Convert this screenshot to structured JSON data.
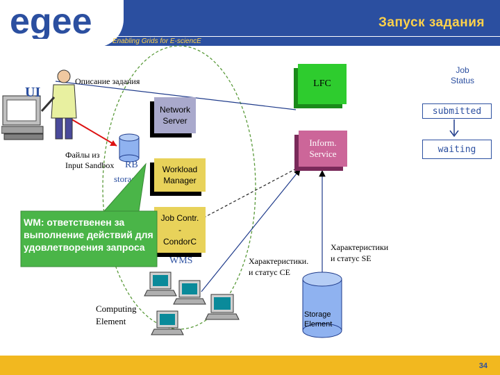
{
  "header": {
    "title": "Запуск задания",
    "subtitle": "Enabling Grids for E-sciencE",
    "logo_text": "egee"
  },
  "footer": {
    "page_number": "34"
  },
  "diagram": {
    "ui_label": "UI",
    "job_description_label": "Описание задания",
    "input_sandbox_label": "Файлы из\nInput Sandbox",
    "rb_label": "RB",
    "rb_storage_label": "storage",
    "lfc_label": "LFC",
    "network_server_label": "Network\nServer",
    "workload_manager_label": "Workload\nManager",
    "job_contr_label": "Job Contr.\n-\nCondorC",
    "wms_label": "WMS",
    "inform_service_label": "Inform.\nService",
    "job_status_title": "Job\nStatus",
    "status_submitted": "submitted",
    "status_waiting": "waiting",
    "callout_text": "WM: ответственен за выполнение действий для удовлетворения запроса",
    "ce_characteristics_label": "Характеристики.\nи статус CE",
    "se_characteristics_label": "Характеристики\nи статус SE",
    "computing_element_label": "Computing\nElement",
    "storage_element_label": "Storage\nElement"
  },
  "colors": {
    "header_blue": "#2b4fa0",
    "title_yellow": "#ffd24a",
    "footer_yellow": "#f2b81f",
    "lfc_green": "#2ecc2e",
    "network_server_gray": "#a9a9cc",
    "workload_manager_yellow": "#e8d25a",
    "inform_service_pink": "#cc6699",
    "callout_green": "#4ab548",
    "storage_blue": "#8fb2f0",
    "ellipse": "#5a9a3a"
  },
  "icons": [
    "egee-logo",
    "user-at-computer-icon",
    "rb-storage-cylinder-icon",
    "computer-icon",
    "storage-cylinder-icon",
    "down-arrow-icon"
  ]
}
